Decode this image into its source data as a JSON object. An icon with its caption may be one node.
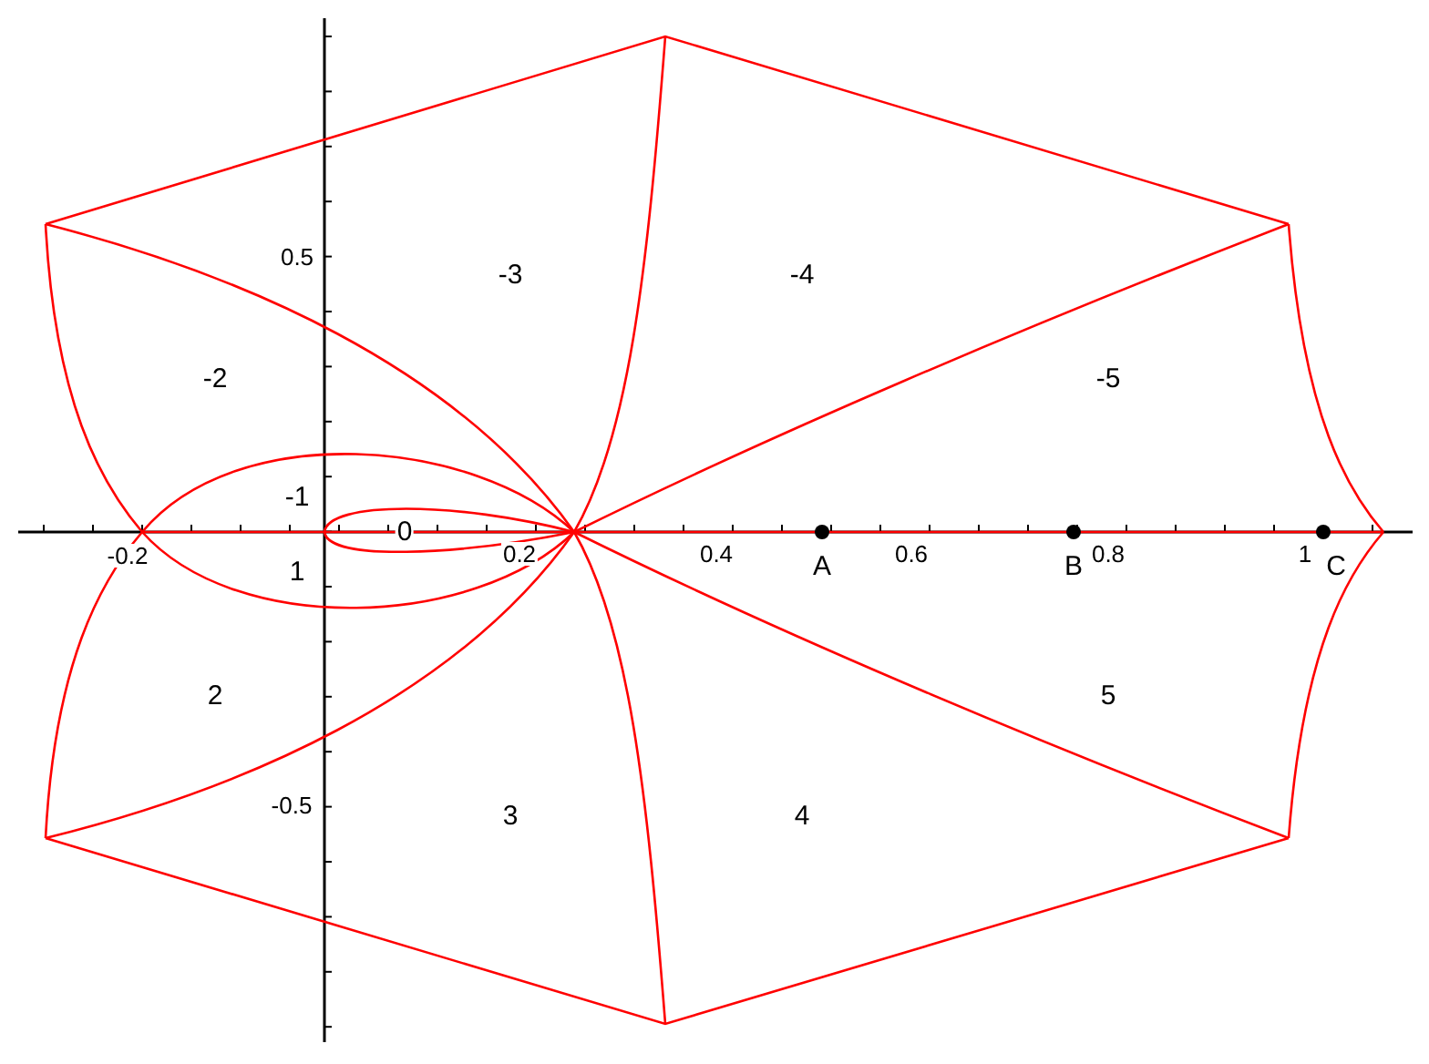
{
  "diagram": {
    "labels": [
      "0.5",
      "-3",
      "-4",
      "-2",
      "-5",
      "-1",
      "0",
      "-0.2",
      "1",
      "0.2",
      "0.4",
      "A",
      "0.6",
      "B",
      "0.8",
      "1",
      "C",
      "2",
      "5",
      "-0.5",
      "3",
      "4"
    ]
  }
}
